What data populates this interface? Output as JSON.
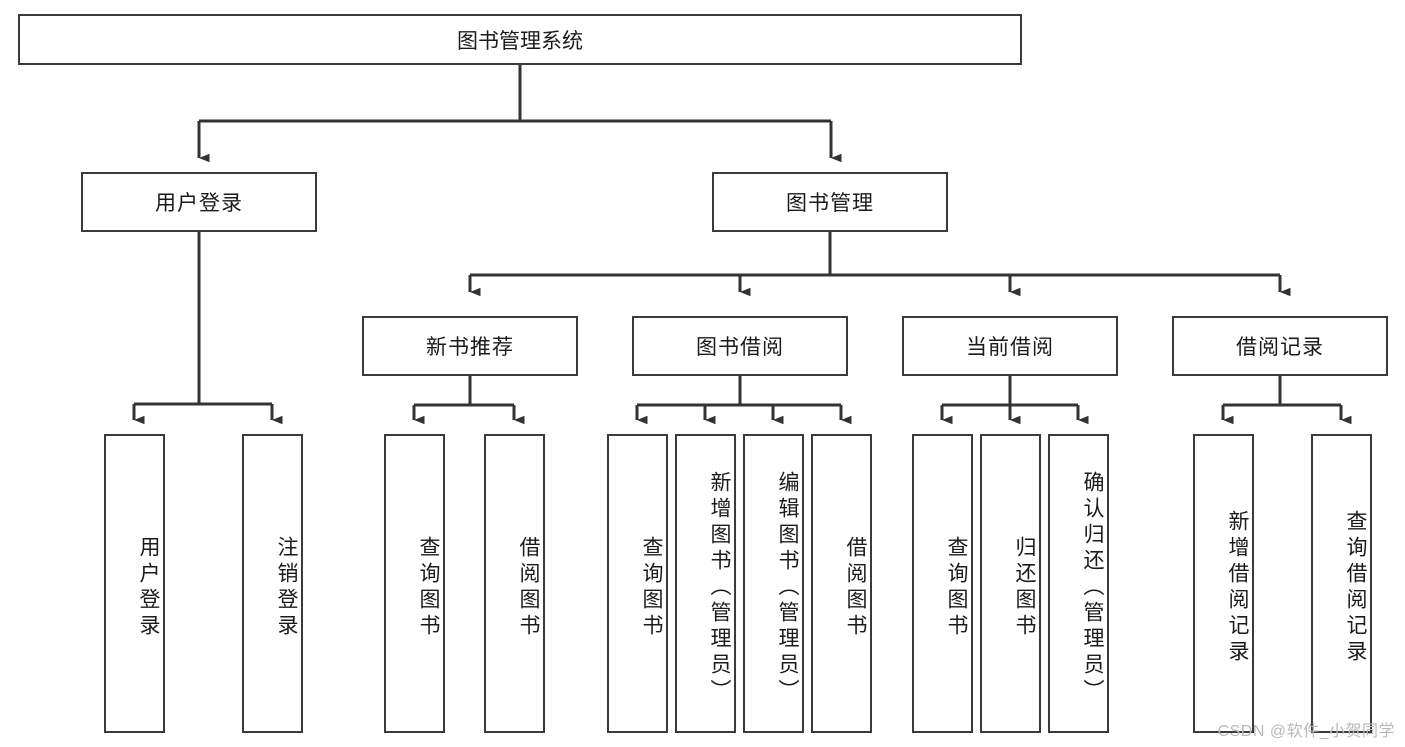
{
  "diagram": {
    "title": "图书管理系统",
    "type": "tree",
    "orientation": "top-down",
    "colors": {
      "box_border": "#3a3a3a",
      "box_fill": "#ffffff",
      "connector": "#333333",
      "text": "#1b1b1b",
      "watermark": "#b9b9b9"
    },
    "root": {
      "label": "图书管理系统"
    },
    "level1": [
      {
        "label": "用户登录"
      },
      {
        "label": "图书管理"
      }
    ],
    "level2": [
      {
        "label": "新书推荐"
      },
      {
        "label": "图书借阅"
      },
      {
        "label": "当前借阅"
      },
      {
        "label": "借阅记录"
      }
    ],
    "leaves": {
      "user_login": [
        {
          "label": "用户登录"
        },
        {
          "label": "注销登录"
        }
      ],
      "new_book_recommend": [
        {
          "label": "查询图书"
        },
        {
          "label": "借阅图书"
        }
      ],
      "book_borrow": [
        {
          "label": "查询图书"
        },
        {
          "label": "新增图书（管理员）"
        },
        {
          "label": "编辑图书（管理员）"
        },
        {
          "label": "借阅图书"
        }
      ],
      "current_borrow": [
        {
          "label": "查询图书"
        },
        {
          "label": "归还图书"
        },
        {
          "label": "确认归还（管理员）"
        }
      ],
      "borrow_record": [
        {
          "label": "新增借阅记录"
        },
        {
          "label": "查询借阅记录"
        }
      ]
    }
  },
  "watermark": {
    "text": "CSDN @软件_小贺同学"
  }
}
